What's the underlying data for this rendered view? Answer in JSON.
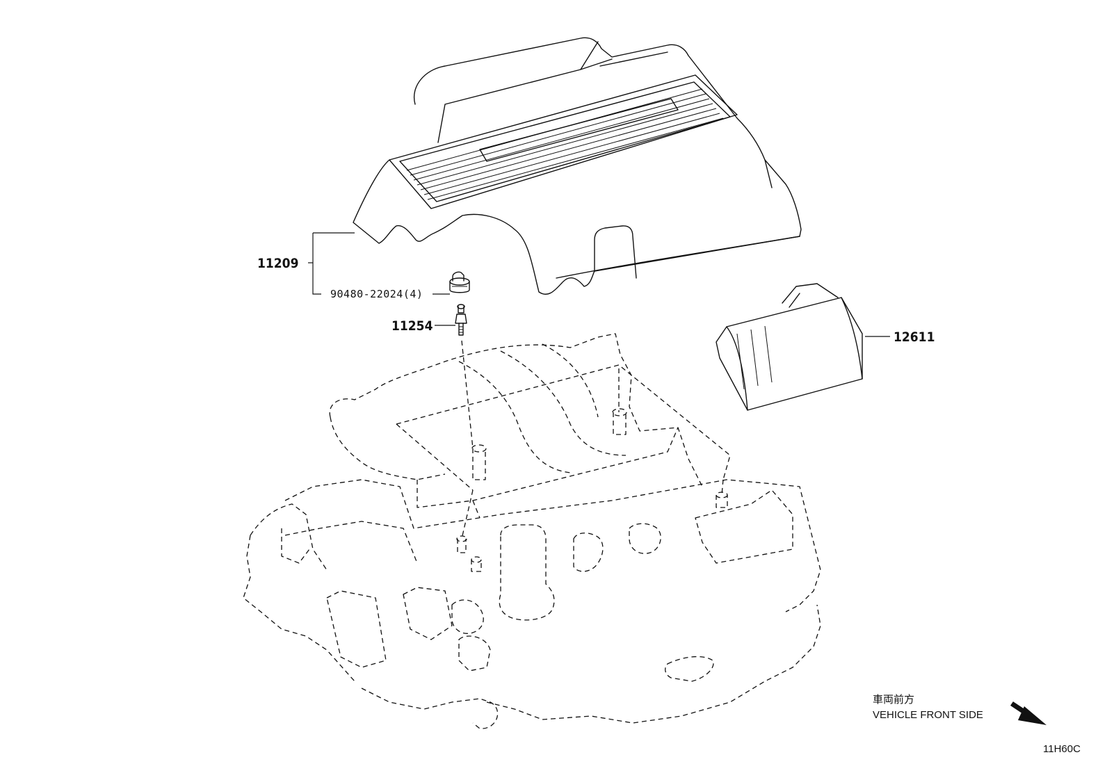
{
  "callouts": {
    "engine_cover": "11209",
    "grommet": "90480-22024(4)",
    "stud_bolt": "11254",
    "air_filter_cover": "12611"
  },
  "orientation": {
    "japanese": "車両前方",
    "english": "VEHICLE FRONT SIDE"
  },
  "figure_code": "11H60C"
}
